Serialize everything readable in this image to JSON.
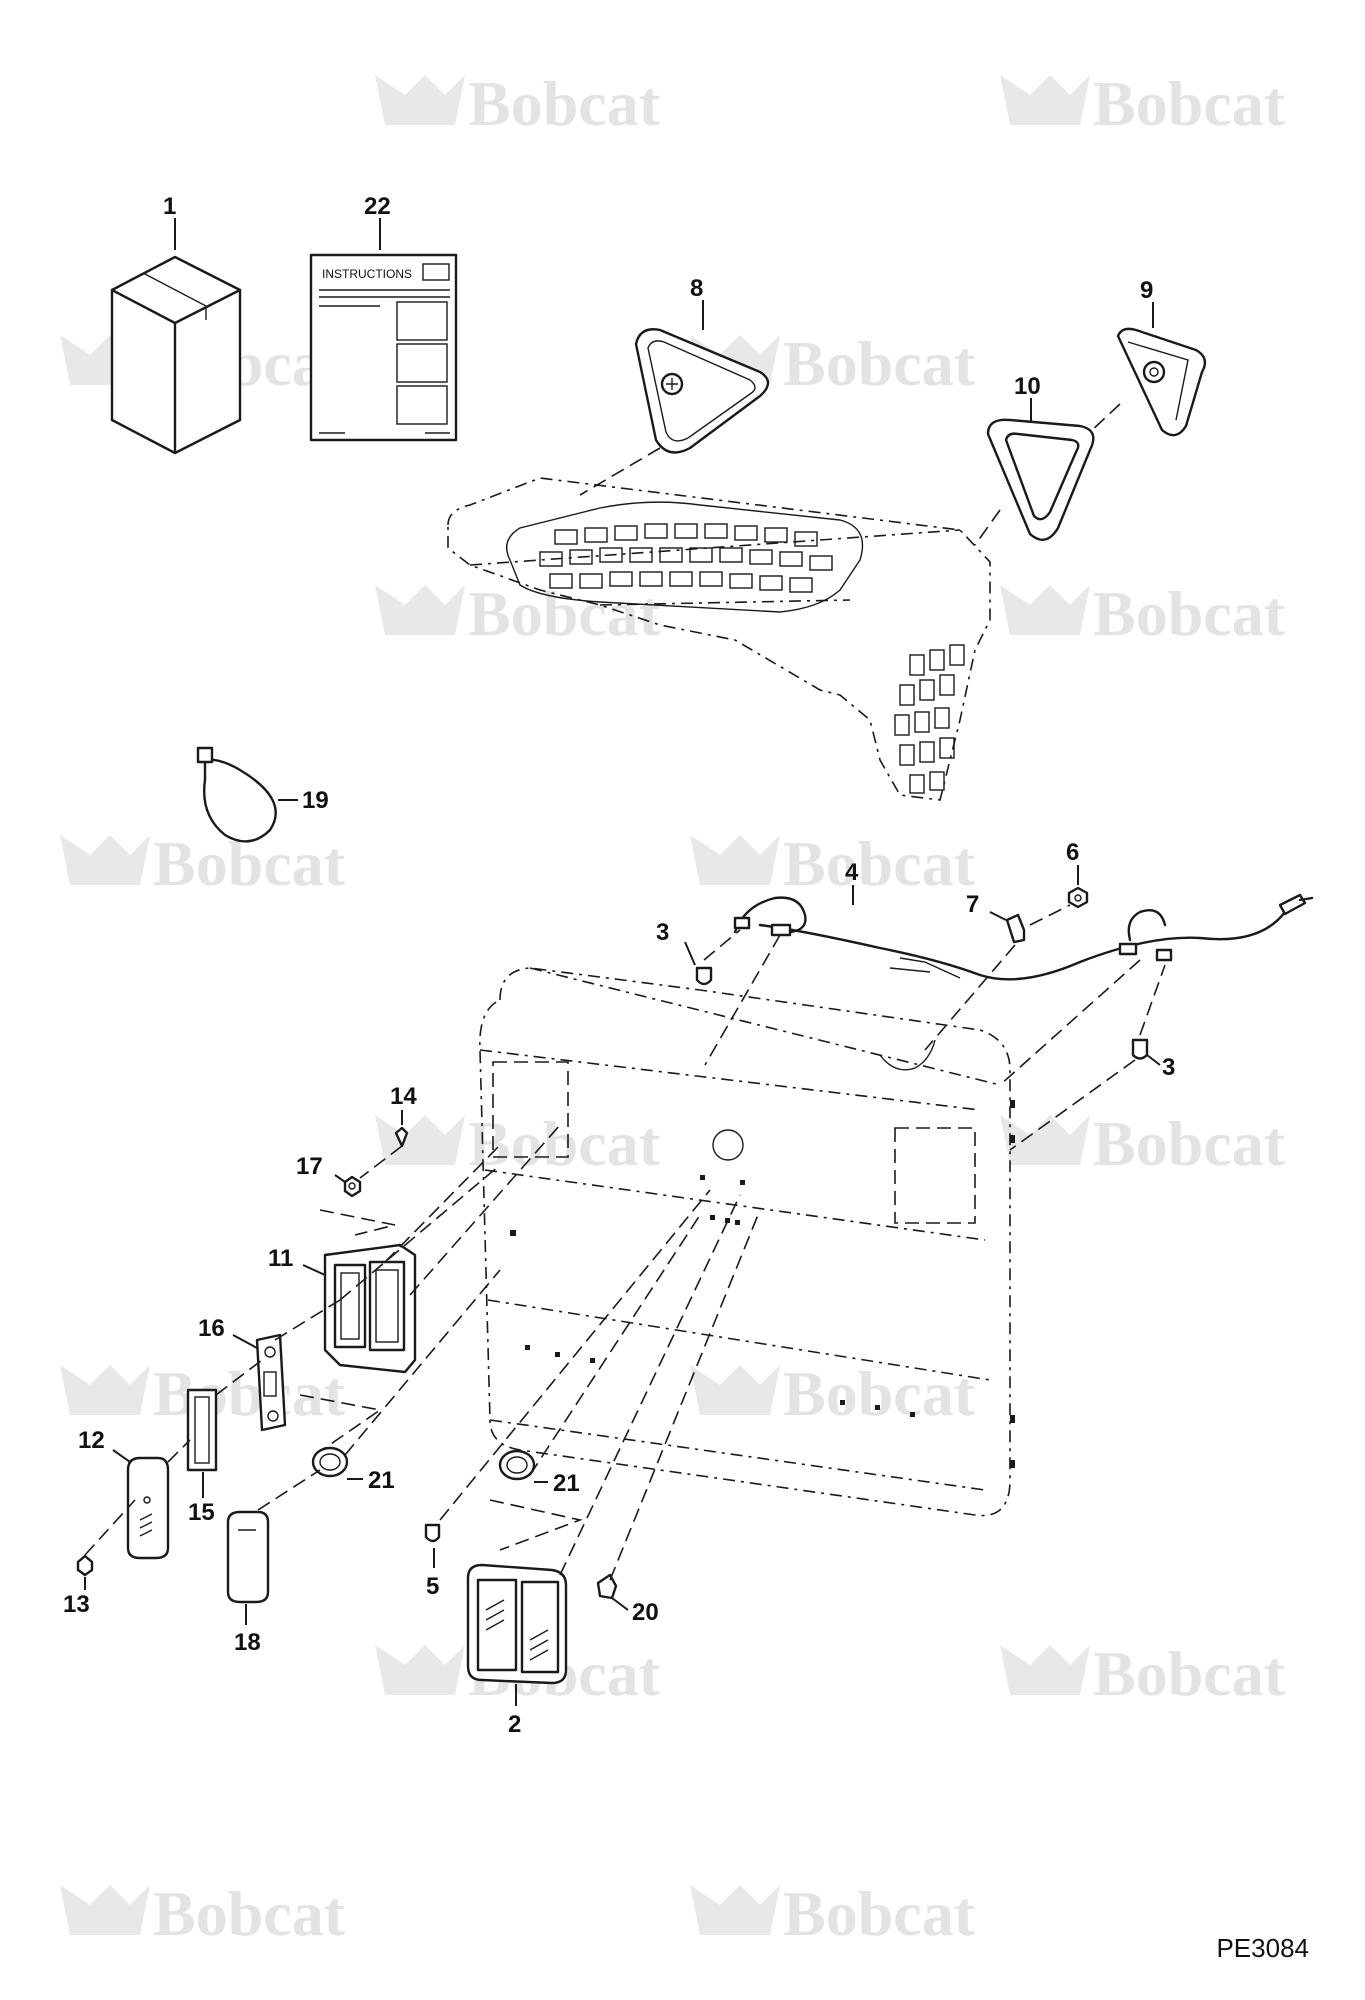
{
  "document": {
    "drawing_code": "PE3084",
    "watermark_text": "Bobcat",
    "instructions_sheet_label": "INSTRUCTIONS"
  },
  "callouts": [
    "1",
    "22",
    "8",
    "9",
    "10",
    "19",
    "4",
    "6",
    "7",
    "3",
    "3",
    "14",
    "17",
    "11",
    "16",
    "12",
    "15",
    "13",
    "18",
    "21",
    "21",
    "5",
    "20",
    "2"
  ],
  "colors": {
    "line": "#1a1a1a",
    "watermark": "#e3e3e3",
    "background": "#ffffff"
  }
}
